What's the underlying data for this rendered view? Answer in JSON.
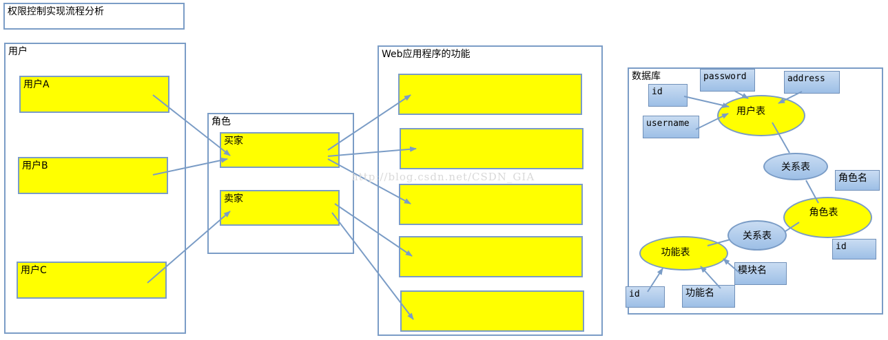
{
  "title": "权限控制实现流程分析",
  "users_panel": {
    "label": "用户",
    "users": [
      "用户A",
      "用户B",
      "用户C"
    ]
  },
  "roles_panel": {
    "label": "角色",
    "roles": [
      "买家",
      "卖家"
    ]
  },
  "functions_panel": {
    "label": "Web应用程序的功能"
  },
  "database_panel": {
    "label": "数据库",
    "fields": {
      "password": "password",
      "address": "address",
      "user_id": "id",
      "username": "username",
      "role_name": "角色名",
      "role_id": "id",
      "module_name": "模块名",
      "func_id": "id",
      "func_name": "功能名"
    },
    "tables": {
      "user_table": "用户表",
      "relation1": "关系表",
      "role_table": "角色表",
      "relation2": "关系表",
      "function_table": "功能表"
    }
  },
  "watermark": "http://blog.csdn.net/CSDN_GIA",
  "colors": {
    "frame": "#7a9cc6",
    "yellow": "#ffff00",
    "arrow": "#7a9cc6"
  }
}
